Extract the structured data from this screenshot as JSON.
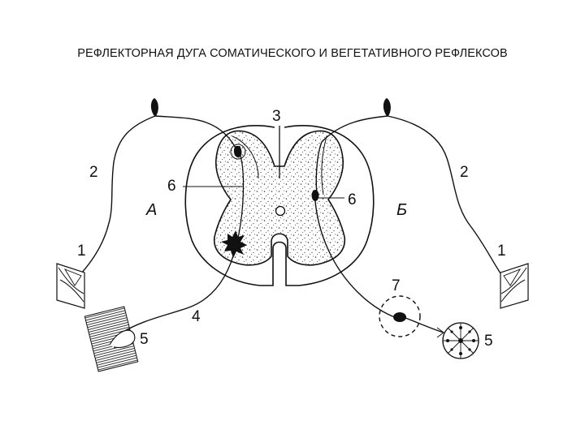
{
  "title": "РЕФЛЕКТОРНАЯ ДУГА СОМАТИЧЕСКОГО И ВЕГЕТАТИВНОГО РЕФЛЕКСОВ",
  "labels": {
    "l1_left": "1",
    "l2_left": "2",
    "l3": "3",
    "l4": "4",
    "l5_left": "5",
    "l6_left": "6",
    "l6_right": "6",
    "l7": "7",
    "l1_right": "1",
    "l2_right": "2",
    "l5_right": "5",
    "side_a": "А",
    "side_b": "Б"
  },
  "colors": {
    "ink": "#111111",
    "background": "#ffffff",
    "gray_matter_dots": "#333333"
  }
}
